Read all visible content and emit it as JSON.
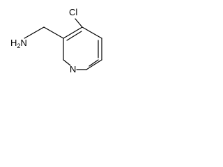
{
  "molecule": {
    "labels": {
      "chlorine": "Cl",
      "ring_nitrogen": "N",
      "amine_h": "H",
      "amine_subscript": "2",
      "amine_n": "N"
    }
  }
}
